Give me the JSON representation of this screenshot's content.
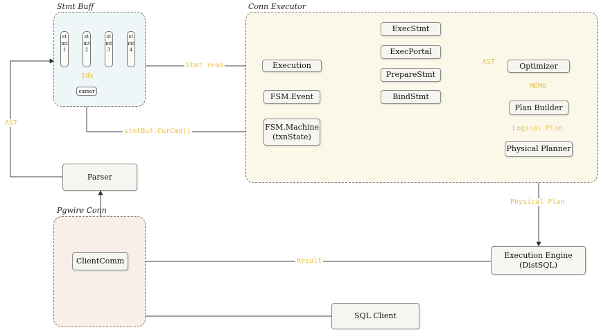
{
  "groups": {
    "stmt_buff": "Stmt Buff",
    "conn_executor": "Conn Executor",
    "pgwire_conn": "Pgwire Conn"
  },
  "stmt_buffer": {
    "statements": [
      "stmt1",
      "stmt2",
      "stmt3",
      "stmt4"
    ],
    "idx_label": "Idx",
    "cursor_label": "cursor"
  },
  "nodes": {
    "execution": "Execution",
    "fsm_event": "FSM.Event",
    "fsm_machine": "FSM.Machine\n(txnState)",
    "exec_stmt": "ExecStmt",
    "exec_portal": "ExecPortal",
    "prepare_stmt": "PrepareStmt",
    "bind_stmt": "BindStmt",
    "optimizer": "Optimizer",
    "plan_builder": "Plan Builder",
    "physical_planner": "Physical Planner",
    "parser": "Parser",
    "client_comm": "ClientComm",
    "execution_engine": "Execution Engine\n(DistSQL)",
    "sql_client": "SQL Client"
  },
  "edge_labels": {
    "stmt_read": "Stmt read",
    "ast_left": "AST",
    "ast_right": "AST",
    "cur_cmd": "stmtBuf.CurCmd()",
    "memo": "MEMO",
    "logical_plan": "Logical Plan",
    "physical_plan": "Physical Plan",
    "result": "Result"
  },
  "colors": {
    "stmt_buff_fill": "#eef6f8",
    "conn_executor_fill": "#fbf8ea",
    "pgwire_fill": "#f8efe8",
    "label_color": "#e8c34a"
  }
}
